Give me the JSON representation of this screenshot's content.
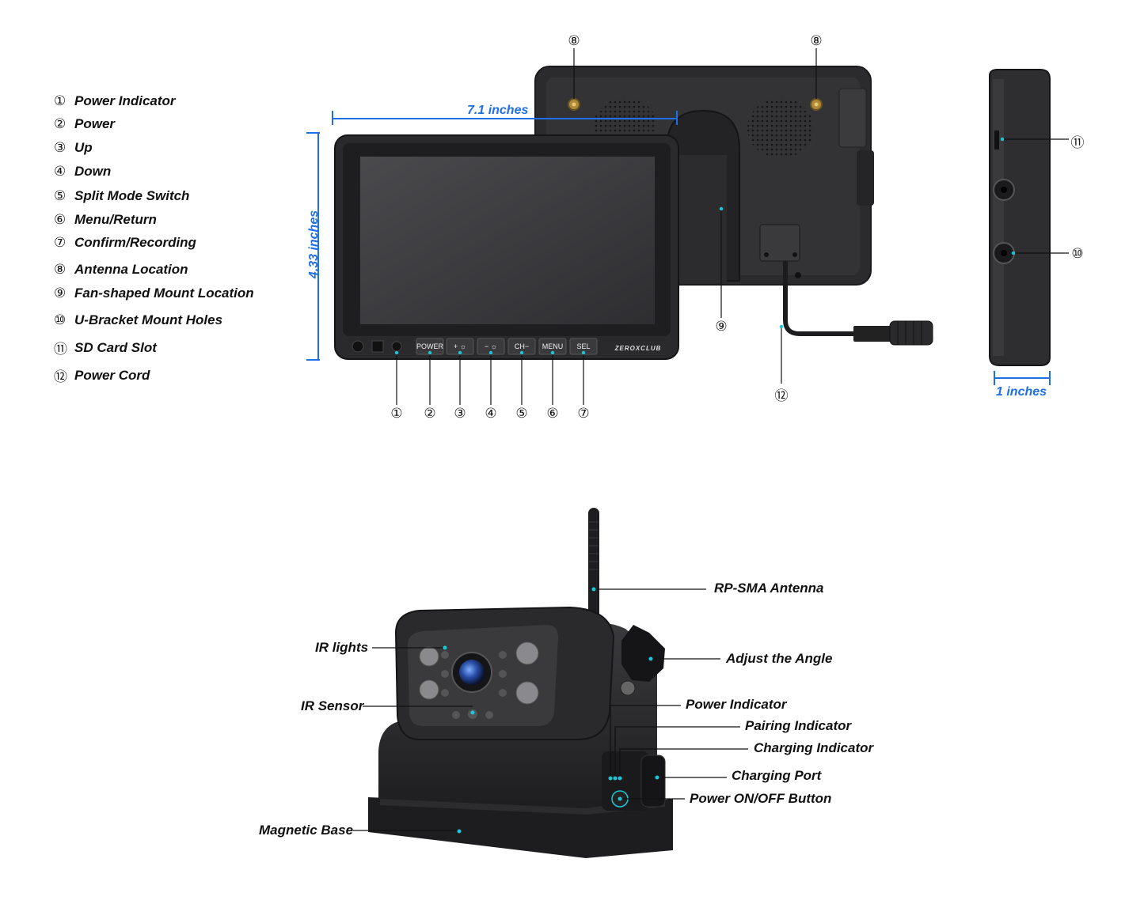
{
  "legend": [
    {
      "num": "①",
      "label": "Power Indicator"
    },
    {
      "num": "②",
      "label": "Power"
    },
    {
      "num": "③",
      "label": "Up"
    },
    {
      "num": "④",
      "label": "Down"
    },
    {
      "num": "⑤",
      "label": "Split Mode Switch"
    },
    {
      "num": "⑥",
      "label": "Menu/Return"
    },
    {
      "num": "⑦",
      "label": "Confirm/Recording"
    },
    {
      "num": "⑧",
      "label": "Antenna Location"
    },
    {
      "num": "⑨",
      "label": "Fan-shaped Mount Location"
    },
    {
      "num": "⑩",
      "label": "U-Bracket Mount Holes"
    },
    {
      "num": "⑪",
      "label": "SD Card Slot"
    },
    {
      "num": "⑫",
      "label": "Power Cord"
    }
  ],
  "dimensions": {
    "width": "7.1 inches",
    "height": "4.33 inches",
    "depth": "1 inches"
  },
  "monitor": {
    "brand": "ZEROXCLUB",
    "buttons": [
      "POWER",
      "+ ☼",
      "− ☼",
      "CH−",
      "MENU",
      "SEL"
    ],
    "front_markers": [
      "①",
      "②",
      "③",
      "④",
      "⑤",
      "⑥",
      "⑦"
    ],
    "antenna_markers": [
      "⑧",
      "⑧"
    ],
    "mount_marker": "⑨",
    "cord_marker": "⑫",
    "side_markers": [
      "⑪",
      "⑩"
    ]
  },
  "camera": {
    "callouts": {
      "antenna": "RP-SMA Antenna",
      "ir_lights": "IR lights",
      "angle": "Adjust the Angle",
      "ir_sensor": "IR Sensor",
      "power_indicator": "Power Indicator",
      "pairing_indicator": "Pairing Indicator",
      "charging_indicator": "Charging Indicator",
      "charging_port": "Charging Port",
      "power_button": "Power ON/OFF Button",
      "magnetic_base": "Magnetic Base"
    }
  },
  "colors": {
    "dimension": "#1f6fe6",
    "accent_dot": "#19c6d9",
    "device": "#2b2b2d"
  }
}
